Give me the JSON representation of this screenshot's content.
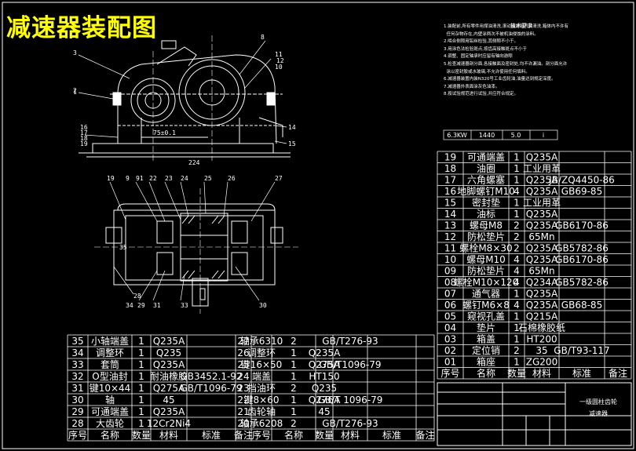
{
  "title": "减速器装配图",
  "notes": {
    "heading": "技术要求",
    "lines": [
      "1.装配前,所有零件用煤油清洗,滚动轴承用汽油清洗,箱体内不许有",
      "  任何杂物存在,内壁涂两次不被机油侵蚀的涂料。",
      "2.啮合侧隙用铅丝检验,其侧隙不小于。",
      "3.用涂色法检验斑点,按齿高接触斑点不小于",
      "4.调整、固定轴承时应留有轴向游隙",
      "5.检查减速器剖分面,各接触面及密封处,均不许漏油。剖分面允许",
      "  涂以密封胶或水玻璃,不允许使用任何填料。",
      "6.减速器装置内装N320号工业齿轮油,油量达到规定深度。",
      "7.减速器外表面涂灰色油漆。",
      "8.按试验规范进行试验,并应符合规定。"
    ],
    "spec_row": [
      "6.3KW",
      "1440",
      "5.0",
      "i"
    ]
  },
  "drawing_labels": {
    "top_view": [
      "3",
      "2",
      "8",
      "1",
      "16",
      "17",
      "18",
      "19",
      "14",
      "15",
      "11",
      "12",
      "10"
    ],
    "dims": [
      "224",
      "75±0.1"
    ],
    "plan_view": [
      "19",
      "9",
      "91",
      "22",
      "23",
      "24",
      "25",
      "26",
      "27",
      "31",
      "33",
      "34",
      "29",
      "28",
      "30",
      "35"
    ]
  },
  "upper_parts": {
    "rows": [
      [
        "19",
        "可通端盖",
        "1",
        "Q235A",
        ""
      ],
      [
        "18",
        "油圈",
        "1",
        "工业用革",
        ""
      ],
      [
        "17",
        "六角螺塞",
        "1",
        "Q235A",
        "JB/ZQ4450-86"
      ],
      [
        "16",
        "地脚螺钉M10",
        "4",
        "Q235A",
        "GB69-85"
      ],
      [
        "15",
        "密封垫",
        "1",
        "工业用革",
        ""
      ],
      [
        "14",
        "油标",
        "1",
        "Q235A",
        ""
      ],
      [
        "13",
        "螺母M8",
        "2",
        "Q235A",
        "GB6170-86"
      ],
      [
        "12",
        "防松垫片",
        "2",
        "65Mn",
        ""
      ],
      [
        "11",
        "螺栓M8×30",
        "2",
        "Q235A",
        "GB5782-86"
      ],
      [
        "10",
        "螺母M10",
        "4",
        "Q235A",
        "GB6170-86"
      ],
      [
        "09",
        "防松垫片",
        "4",
        "65Mn",
        ""
      ],
      [
        "08",
        "螺栓M10×120",
        "4",
        "Q234A",
        "GB5782-86"
      ],
      [
        "07",
        "通气器",
        "1",
        "Q235A",
        ""
      ],
      [
        "06",
        "螺钉M6×8",
        "4",
        "Q235A",
        "GB68-85"
      ],
      [
        "05",
        "窥视孔盖",
        "1",
        "Q215A",
        ""
      ],
      [
        "04",
        "垫片",
        "1",
        "石棉橡胶纸",
        ""
      ],
      [
        "03",
        "箱盖",
        "1",
        "HT200",
        ""
      ],
      [
        "02",
        "定位销",
        "2",
        "35",
        "GB/T93-117"
      ],
      [
        "01",
        "箱座",
        "1",
        "ZG200",
        ""
      ]
    ],
    "header": [
      "序号",
      "名称",
      "数量",
      "材料",
      "标准",
      "备注"
    ]
  },
  "lower_parts": {
    "left": [
      [
        "35",
        "小轴端盖",
        "1",
        "Q235A",
        ""
      ],
      [
        "34",
        "调整环",
        "1",
        "Q235",
        ""
      ],
      [
        "33",
        "套筒",
        "1",
        "Q235A",
        ""
      ],
      [
        "32",
        "O型油封",
        "1",
        "耐油橡胶",
        "GB3452.1-92"
      ],
      [
        "31",
        "键10×44",
        "1",
        "Q275A",
        "GB/T1096-79"
      ],
      [
        "30",
        "轴",
        "1",
        "45",
        ""
      ],
      [
        "29",
        "可通端盖",
        "1",
        "Q235A",
        ""
      ],
      [
        "28",
        "大齿轮",
        "1",
        "12Cr2Ni4",
        ""
      ]
    ],
    "right": [
      [
        "27",
        "轴承6310",
        "2",
        "",
        "GB/T276-93"
      ],
      [
        "26",
        "调整环",
        "1",
        "Q235A",
        ""
      ],
      [
        "25",
        "键16×50",
        "1",
        "Q275A",
        "GB/T1096-79"
      ],
      [
        "24",
        "端盖",
        "1",
        "HT150",
        ""
      ],
      [
        "23",
        "挡油环",
        "2",
        "Q235",
        ""
      ],
      [
        "22",
        "键8×60",
        "1",
        "Q276A",
        "GB/T 1096-79"
      ],
      [
        "21",
        "齿轮轴",
        "1",
        "45",
        ""
      ],
      [
        "20",
        "轴承6208",
        "2",
        "",
        "GB/T276-93"
      ]
    ],
    "header": [
      "序号",
      "名称",
      "数量",
      "材料",
      "标准",
      "备注",
      "序号",
      "名称",
      "数量",
      "材料",
      "标准",
      "备注"
    ]
  },
  "title_block": {
    "name": "一级圆柱齿轮减速器"
  }
}
